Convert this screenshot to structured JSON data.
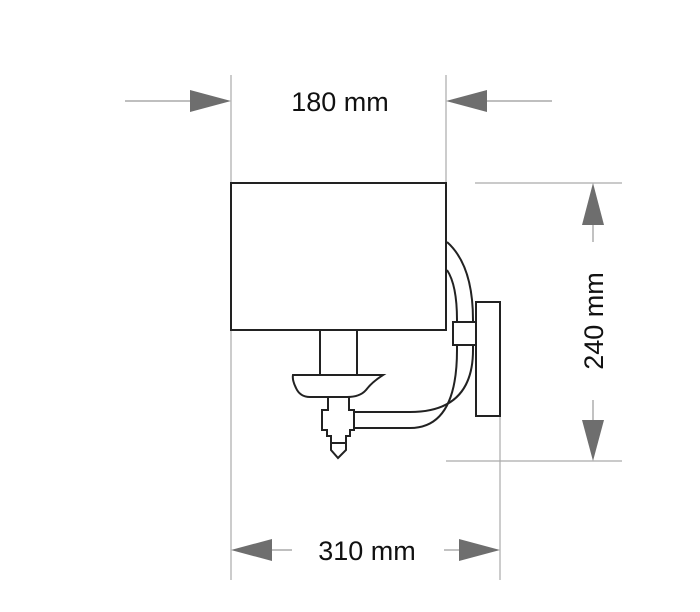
{
  "dimensions": {
    "shade_width": "180 mm",
    "height": "240 mm",
    "depth": "310 mm"
  },
  "colors": {
    "outline": "#222222",
    "dimension_line": "#999999",
    "arrow": "#6e6e6e"
  }
}
